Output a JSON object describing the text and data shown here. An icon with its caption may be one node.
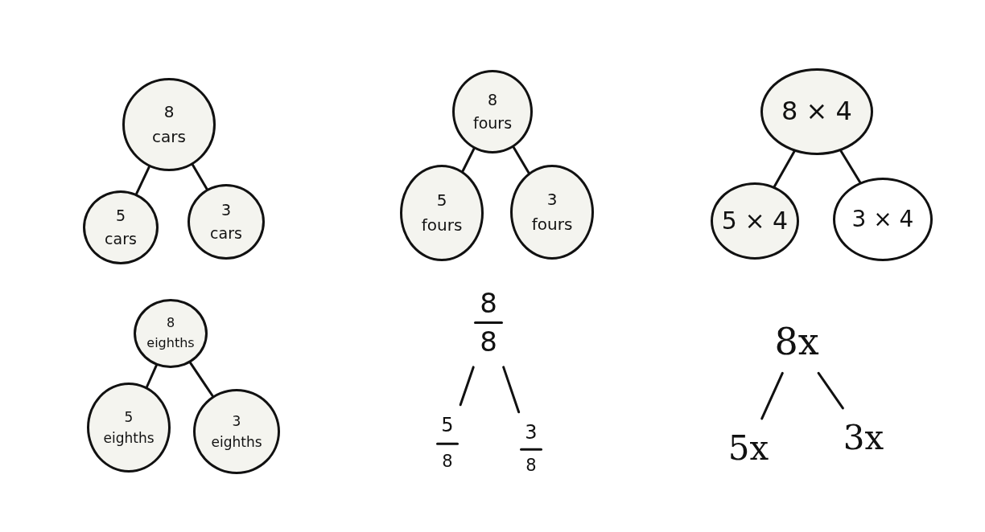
{
  "diagram": {
    "nodes": [
      {
        "text": [
          "8 cars"
        ]
      },
      {
        "text": [
          "5 cars"
        ]
      },
      {
        "text": [
          "3 cars"
        ]
      },
      {
        "text": [
          "8 fours"
        ]
      },
      {
        "text": [
          "5 fours"
        ]
      },
      {
        "text": [
          "3 fours"
        ]
      },
      {
        "text": [
          "8 × 4"
        ]
      },
      {
        "text": [
          "5 × 4"
        ]
      },
      {
        "text": [
          "3 × 4"
        ]
      },
      {
        "text": [
          "8 eighths"
        ]
      },
      {
        "text": [
          "5 eighths"
        ]
      },
      {
        "text": [
          "3 eighths"
        ]
      },
      {
        "text": [
          "8",
          "8"
        ]
      },
      {
        "text": [
          "5",
          "8"
        ]
      },
      {
        "text": [
          "3",
          "8"
        ]
      },
      {
        "text": [
          "8x"
        ]
      },
      {
        "text": [
          "5x"
        ]
      },
      {
        "text": [
          "3x"
        ]
      }
    ],
    "edges": [
      {
        "from": 0,
        "to": 1,
        "arrow": "none"
      },
      {
        "from": 0,
        "to": 2,
        "arrow": "none"
      },
      {
        "from": 3,
        "to": 4,
        "arrow": "none"
      },
      {
        "from": 3,
        "to": 5,
        "arrow": "none"
      },
      {
        "from": 6,
        "to": 7,
        "arrow": "none"
      },
      {
        "from": 6,
        "to": 8,
        "arrow": "none"
      },
      {
        "from": 9,
        "to": 10,
        "arrow": "none"
      },
      {
        "from": 9,
        "to": 11,
        "arrow": "none"
      },
      {
        "from": 12,
        "to": 13,
        "arrow": "none"
      },
      {
        "from": 12,
        "to": 14,
        "arrow": "none"
      },
      {
        "from": 15,
        "to": 16,
        "arrow": "none"
      },
      {
        "from": 15,
        "to": 17,
        "arrow": "none"
      }
    ]
  }
}
